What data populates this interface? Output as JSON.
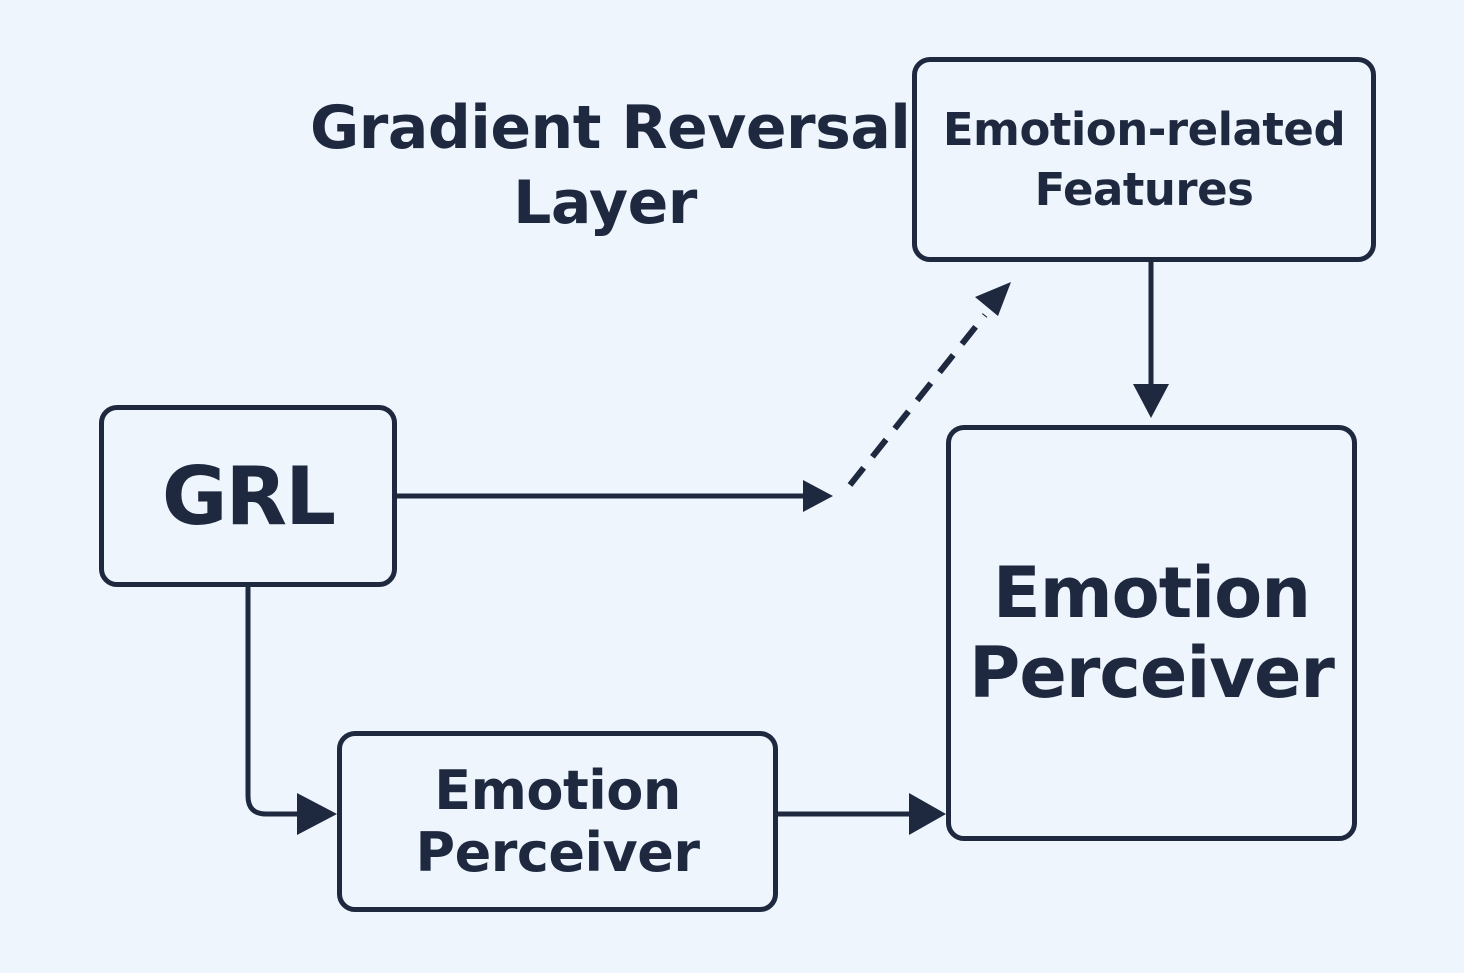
{
  "diagram": {
    "colors": {
      "background": "#eef5fd",
      "ink": "#1e2940"
    },
    "annotation": {
      "line1": "Gradient Reversal",
      "line2": "Layer"
    },
    "nodes": {
      "grl": {
        "label": "GRL"
      },
      "emotion_related_features": {
        "line1": "Emotion-related",
        "line2": "Features"
      },
      "emotion_perceiver_small": {
        "line1": "Emotion",
        "line2": "Perceiver"
      },
      "emotion_perceiver_large": {
        "line1": "Emotion",
        "line2": "Perceiver"
      }
    },
    "edges": [
      {
        "from": "grl",
        "to": "emotion_related_features",
        "style": "solid-then-dashed"
      },
      {
        "from": "emotion_related_features",
        "to": "emotion_perceiver_large",
        "style": "solid"
      },
      {
        "from": "grl",
        "to": "emotion_perceiver_small",
        "style": "solid"
      },
      {
        "from": "emotion_perceiver_small",
        "to": "emotion_perceiver_large",
        "style": "solid"
      }
    ]
  }
}
